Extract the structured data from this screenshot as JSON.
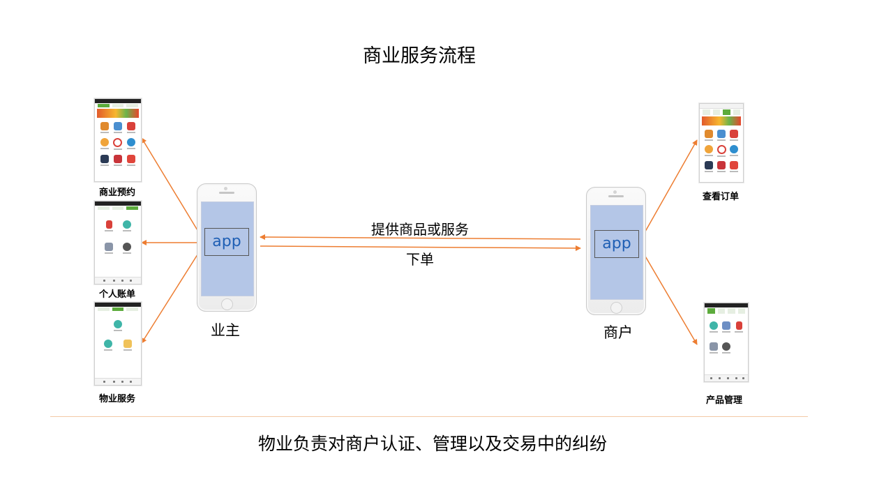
{
  "title": "商业服务流程",
  "owner": {
    "label": "业主",
    "app_label": "app"
  },
  "merchant": {
    "label": "商户",
    "app_label": "app"
  },
  "flows": {
    "top": "提供商品或服务",
    "bottom": "下单"
  },
  "owner_functions": [
    "商业预约",
    "个人账单",
    "物业服务"
  ],
  "merchant_functions": [
    "查看订单",
    "产品管理"
  ],
  "footer": "物业负责对商户认证、管理以及交易中的纠纷",
  "colors": {
    "arrow": "#ed7d31",
    "app_text": "#1f5fb4",
    "screen": "#b4c6e7",
    "accent_green": "#5cab3c"
  }
}
